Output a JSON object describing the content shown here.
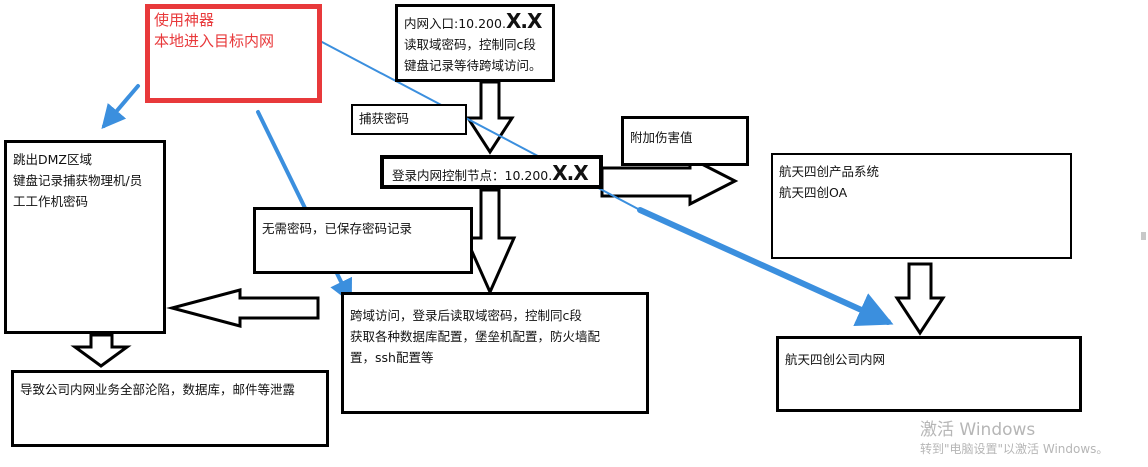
{
  "boxes": {
    "red_note": {
      "line1": "使用神器",
      "line2": "本地进入目标内网"
    },
    "entry": {
      "line1_prefix": "内网入口:10.200.",
      "line1_mask": "X.X",
      "line2": "读取域密码，控制同c段",
      "line3": "键盘记录等待跨域访问。"
    },
    "capture": {
      "line1": "捕获密码"
    },
    "control_node": {
      "label_prefix": "登录内网控制节点：10.200.",
      "label_mask": "X.X"
    },
    "extra_damage": {
      "line1": "附加伤害值"
    },
    "product_system": {
      "line1": "航天四创产品系统",
      "line2": "航天四创OA"
    },
    "dmz": {
      "line1": "跳出DMZ区域",
      "line2": "键盘记录捕获物理机/员",
      "line3": "工工作机密码"
    },
    "no_password": {
      "line1": "无需密码，已保存密码记录"
    },
    "cross_domain": {
      "line1": "跨域访问，登录后读取域密码，控制同c段",
      "line2": "获取各种数据库配置，堡垒机配置，防火墙配",
      "line3": "置，ssh配置等"
    },
    "intranet": {
      "line1": "航天四创公司内网"
    },
    "consequence": {
      "line1": "导致公司内网业务全部沦陷，数据库，邮件等泄露"
    }
  },
  "watermark": {
    "title": "激活 Windows",
    "subtitle": "转到\"电脑设置\"以激活 Windows。"
  },
  "colors": {
    "red_note": "#e8393b",
    "blue_arrow": "#3b8fde",
    "outline": "#000000",
    "watermark": "#b6b6b6"
  },
  "arrows": [
    {
      "name": "red-to-dmz-arrow",
      "style": "blue-solid"
    },
    {
      "name": "red-to-cross-domain-arrow",
      "style": "blue-solid"
    },
    {
      "name": "red-to-intranet-arrow",
      "style": "blue-solid"
    },
    {
      "name": "entry-down-hollow-arrow",
      "style": "hollow"
    },
    {
      "name": "control-down-hollow-arrow",
      "style": "hollow"
    },
    {
      "name": "control-right-hollow-arrow",
      "style": "hollow"
    },
    {
      "name": "cross-domain-left-hollow-arrow",
      "style": "hollow"
    },
    {
      "name": "dmz-down-hollow-arrow",
      "style": "hollow"
    },
    {
      "name": "product-down-hollow-arrow",
      "style": "hollow"
    }
  ]
}
